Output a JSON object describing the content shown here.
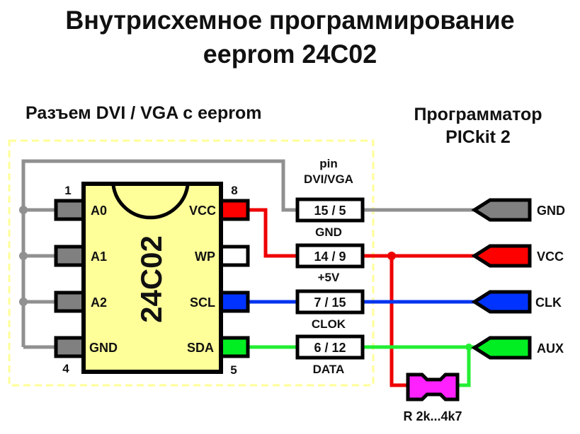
{
  "title": {
    "line1": "Внутрисхемное программирование",
    "line2": "eeprom 24C02"
  },
  "sections": {
    "connector": "Разъем DVI / VGA с eeprom",
    "programmer_line1": "Программатор",
    "programmer_line2": "PICkit 2"
  },
  "chip": {
    "name": "24C02",
    "pin_numbers": {
      "top_left": "1",
      "top_right": "8",
      "bottom_left": "4",
      "bottom_right": "5"
    },
    "left_pins": [
      {
        "label": "A0",
        "color": "#808080"
      },
      {
        "label": "A1",
        "color": "#808080"
      },
      {
        "label": "A2",
        "color": "#808080"
      },
      {
        "label": "GND",
        "color": "#808080"
      }
    ],
    "right_pins": [
      {
        "label": "VCC",
        "color": "#ff0000"
      },
      {
        "label": "WP",
        "color": "#ffffff"
      },
      {
        "label": "SCL",
        "color": "#0033ff"
      },
      {
        "label": "SDA",
        "color": "#00ee22"
      }
    ],
    "body_color": "#ffff99"
  },
  "connector_pins": {
    "header_line1": "pin",
    "header_line2": "DVI/VGA",
    "rows": [
      {
        "pins": "15 / 5",
        "signal": "GND",
        "wire_color": "#909090"
      },
      {
        "pins": "14 / 9",
        "signal": "+5V",
        "wire_color": "#ee0000"
      },
      {
        "pins": "7 / 15",
        "signal": "CLOK",
        "wire_color": "#0033ee"
      },
      {
        "pins": "6 / 12",
        "signal": "DATA",
        "wire_color": "#22ee33"
      }
    ]
  },
  "programmer_pins": [
    {
      "label": "GND",
      "color": "#808080"
    },
    {
      "label": "VCC",
      "color": "#ff0000"
    },
    {
      "label": "CLK",
      "color": "#0033ff"
    },
    {
      "label": "AUX",
      "color": "#00ee22"
    }
  ],
  "resistor": {
    "label": "R 2k...4k7",
    "color": "#ff22ff"
  },
  "colors": {
    "dashed_box": "#ffff99",
    "outline": "#000000"
  }
}
